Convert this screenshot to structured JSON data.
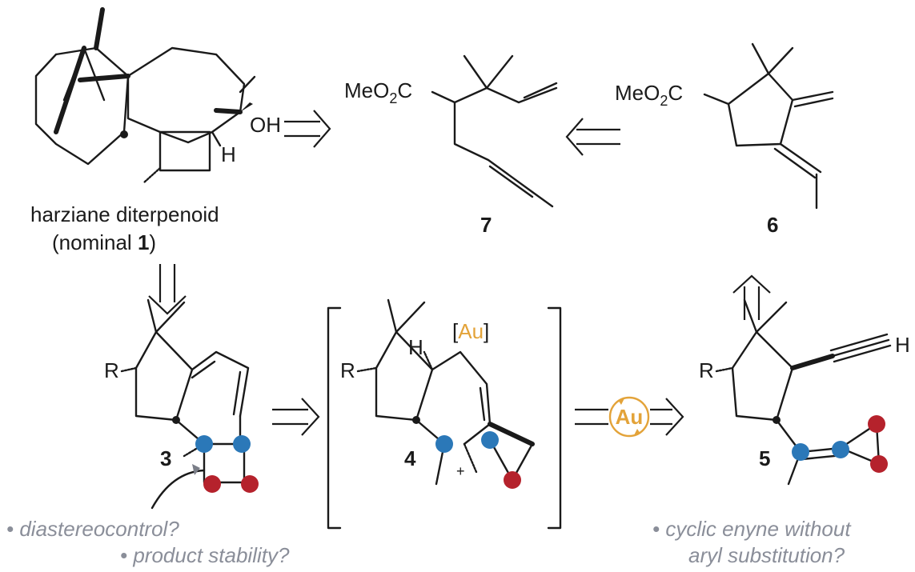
{
  "colors": {
    "blue_atom": "#2b78b8",
    "red_atom": "#b5222c",
    "gold": "#e3a339",
    "note_gray": "#8a8e99"
  },
  "top": {
    "target_name": "harziane diterpenoid",
    "target_sub_prefix": "(nominal ",
    "target_sub_num": "1",
    "target_sub_suffix": ")",
    "oh_label": "OH",
    "h_label": "H",
    "cmpd7": {
      "ester_prefix": "MeO",
      "ester_sub": "2",
      "ester_suffix": "C",
      "number": "7"
    },
    "cmpd6": {
      "ester_prefix": "MeO",
      "ester_sub": "2",
      "ester_suffix": "C",
      "number": "6"
    }
  },
  "bottom": {
    "cmpd3": {
      "r_label": "R",
      "number": "3"
    },
    "cmpd4": {
      "r_label": "R",
      "h_label": "H",
      "au_open": "[",
      "au_text": "Au",
      "au_close": "]",
      "plus": "+",
      "number": "4"
    },
    "catalyst_label": "Au",
    "cmpd5": {
      "r_label": "R",
      "h_label": "H",
      "number": "5"
    }
  },
  "notes": {
    "left_1": "• diastereocontrol?",
    "left_2": "• product stability?",
    "right_1": "• cyclic enyne without",
    "right_2": "aryl substitution?"
  }
}
